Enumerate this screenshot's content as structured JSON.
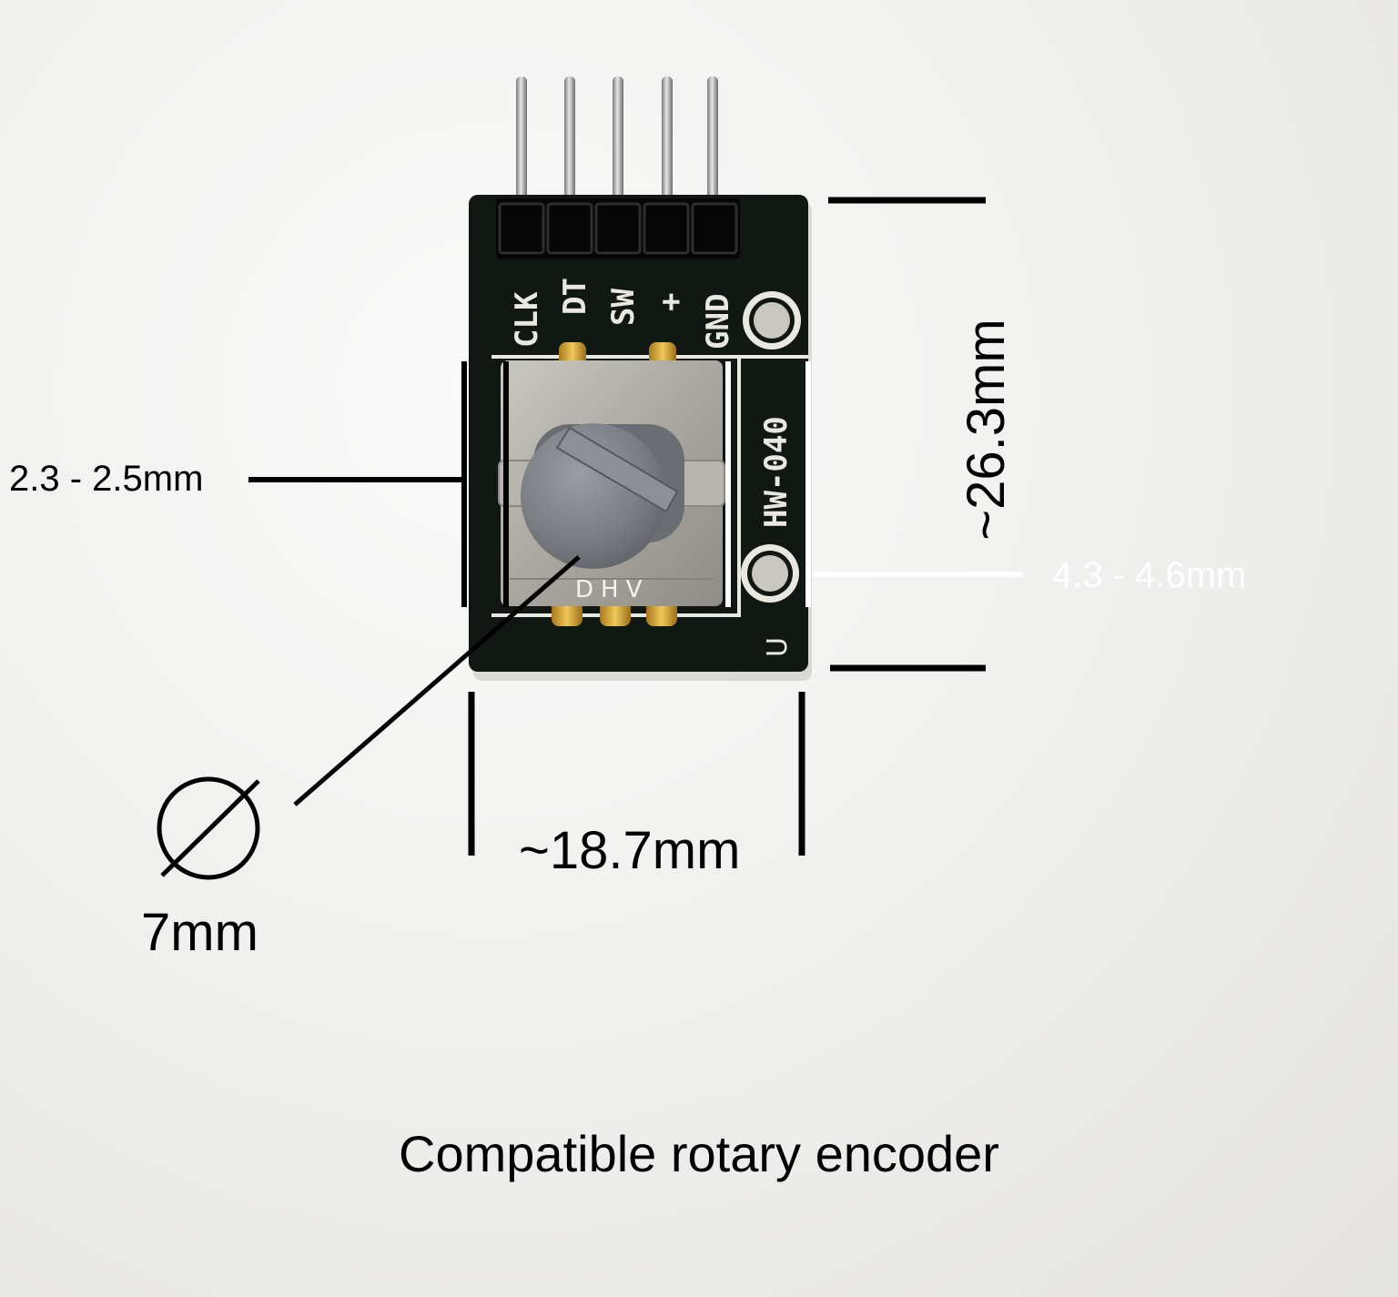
{
  "board": {
    "pin_labels": [
      "CLK",
      "DT",
      "SW",
      "+",
      "GND"
    ],
    "model": "HW-040",
    "encoder_mark": "DHV",
    "corner_mark": "U"
  },
  "dimensions": {
    "shaft_flat_height": "2.3 - 2.5mm",
    "mount_offset": "4.3 - 4.6mm",
    "board_height": "~26.3mm",
    "board_width": "~18.7mm",
    "shaft_diameter": "7mm"
  },
  "caption": "Compatible rotary encoder",
  "colors": {
    "pcb": "#111712",
    "silkscreen": "#e8e8e0",
    "encoder_metal": "#aaa8a0",
    "knob": "#7c7f84",
    "annotation_dark": "#000000",
    "annotation_light": "#ffffff"
  }
}
